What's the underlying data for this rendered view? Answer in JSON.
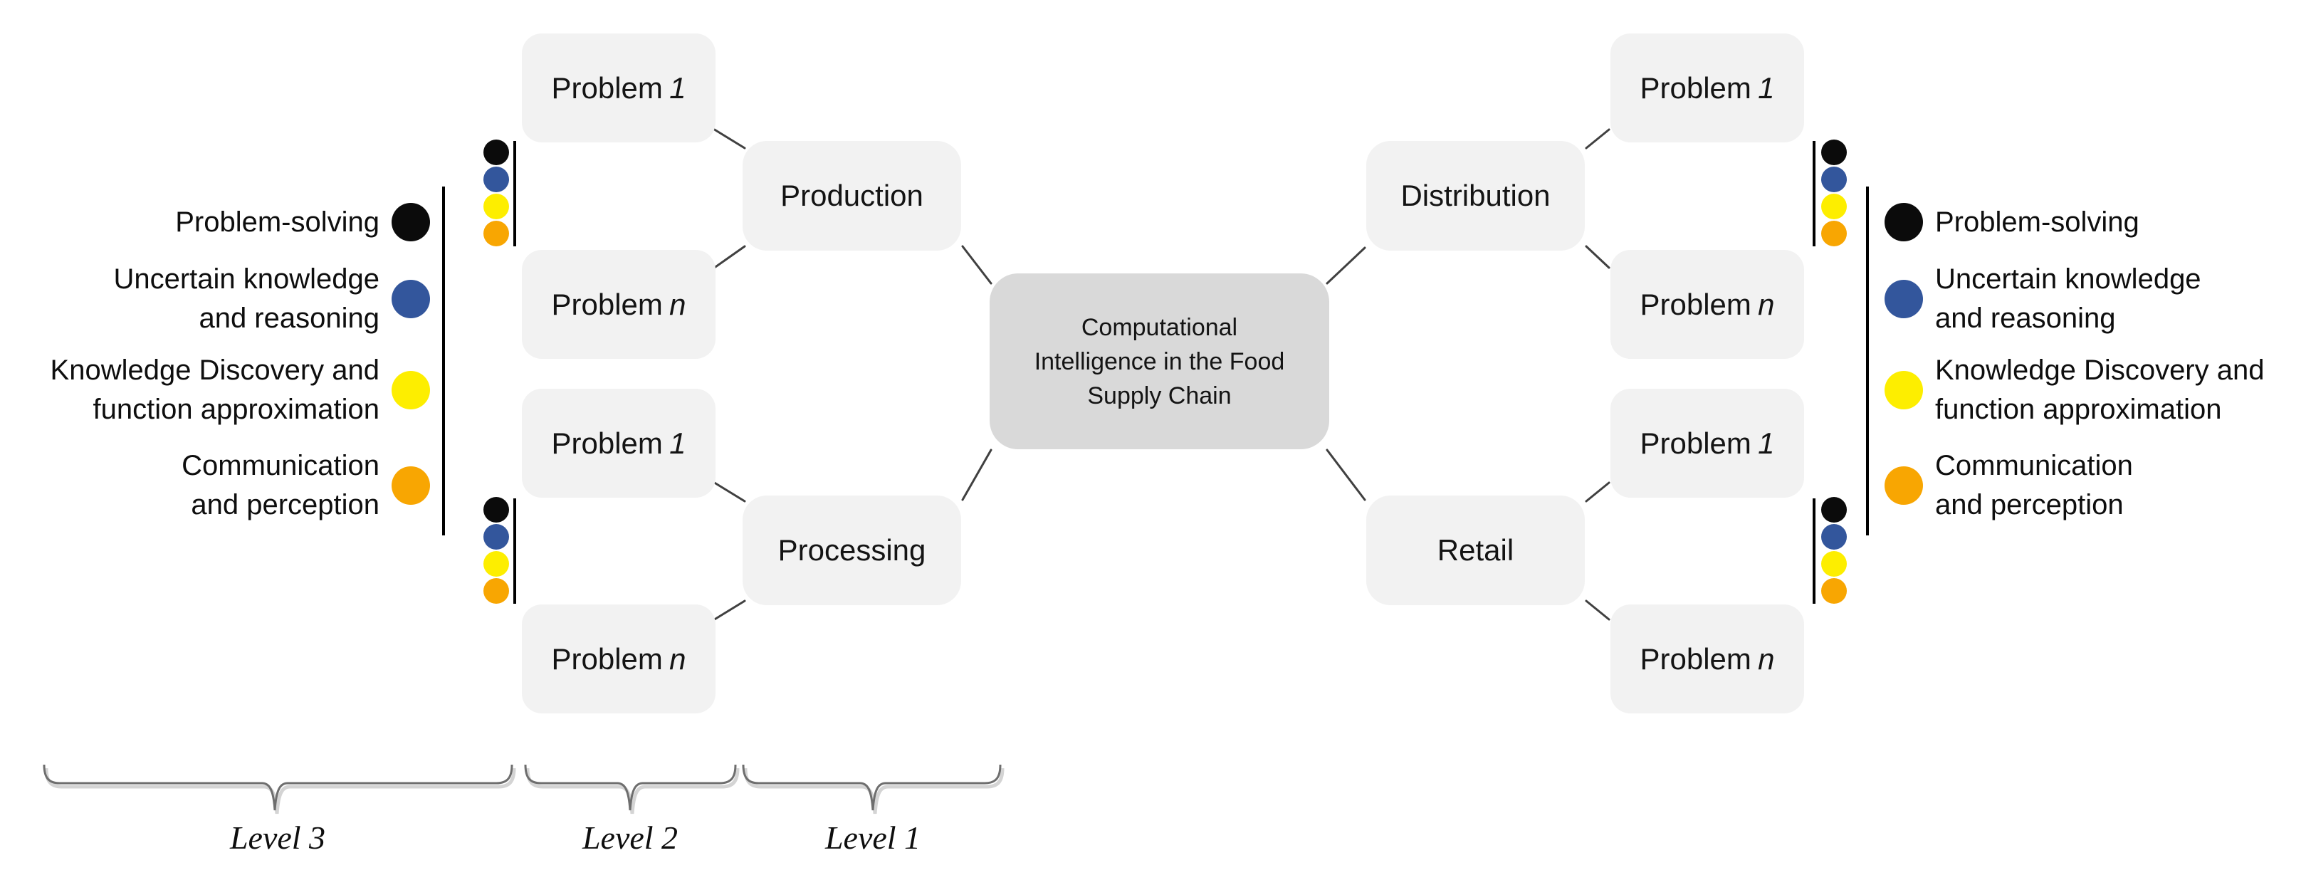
{
  "palette": {
    "black": "#0b0b0b",
    "blue": "#33569c",
    "yellow": "#fdee00",
    "orange": "#f8a602",
    "problem_box_fill": "#f2f2f2",
    "center_box_fill": "#d9d9d9",
    "connector": "#404040",
    "brace": "#787878"
  },
  "center_node": {
    "label": "Computational\nIntelligence in the Food\nSupply Chain"
  },
  "stage_nodes": [
    {
      "label": "Production"
    },
    {
      "label": "Processing"
    },
    {
      "label": "Distribution"
    },
    {
      "label": "Retail"
    }
  ],
  "problem_nodes": [
    {
      "prefix": "Problem",
      "variant": "1"
    },
    {
      "prefix": "Problem",
      "variant": "n"
    },
    {
      "prefix": "Problem",
      "variant": "1"
    },
    {
      "prefix": "Problem",
      "variant": "n"
    },
    {
      "prefix": "Problem",
      "variant": "1"
    },
    {
      "prefix": "Problem",
      "variant": "n"
    },
    {
      "prefix": "Problem",
      "variant": "1"
    },
    {
      "prefix": "Problem",
      "variant": "n"
    }
  ],
  "legend": {
    "items": [
      {
        "label": "Problem-solving",
        "color": "#0b0b0b"
      },
      {
        "label": "Uncertain knowledge\nand reasoning",
        "color": "#33569c"
      },
      {
        "label": "Knowledge Discovery and\nfunction approximation",
        "color": "#fdee00"
      },
      {
        "label": "Communication\nand perception",
        "color": "#f8a602"
      }
    ]
  },
  "level_labels": [
    {
      "label": "Level 3"
    },
    {
      "label": "Level 2"
    },
    {
      "label": "Level 1"
    }
  ]
}
